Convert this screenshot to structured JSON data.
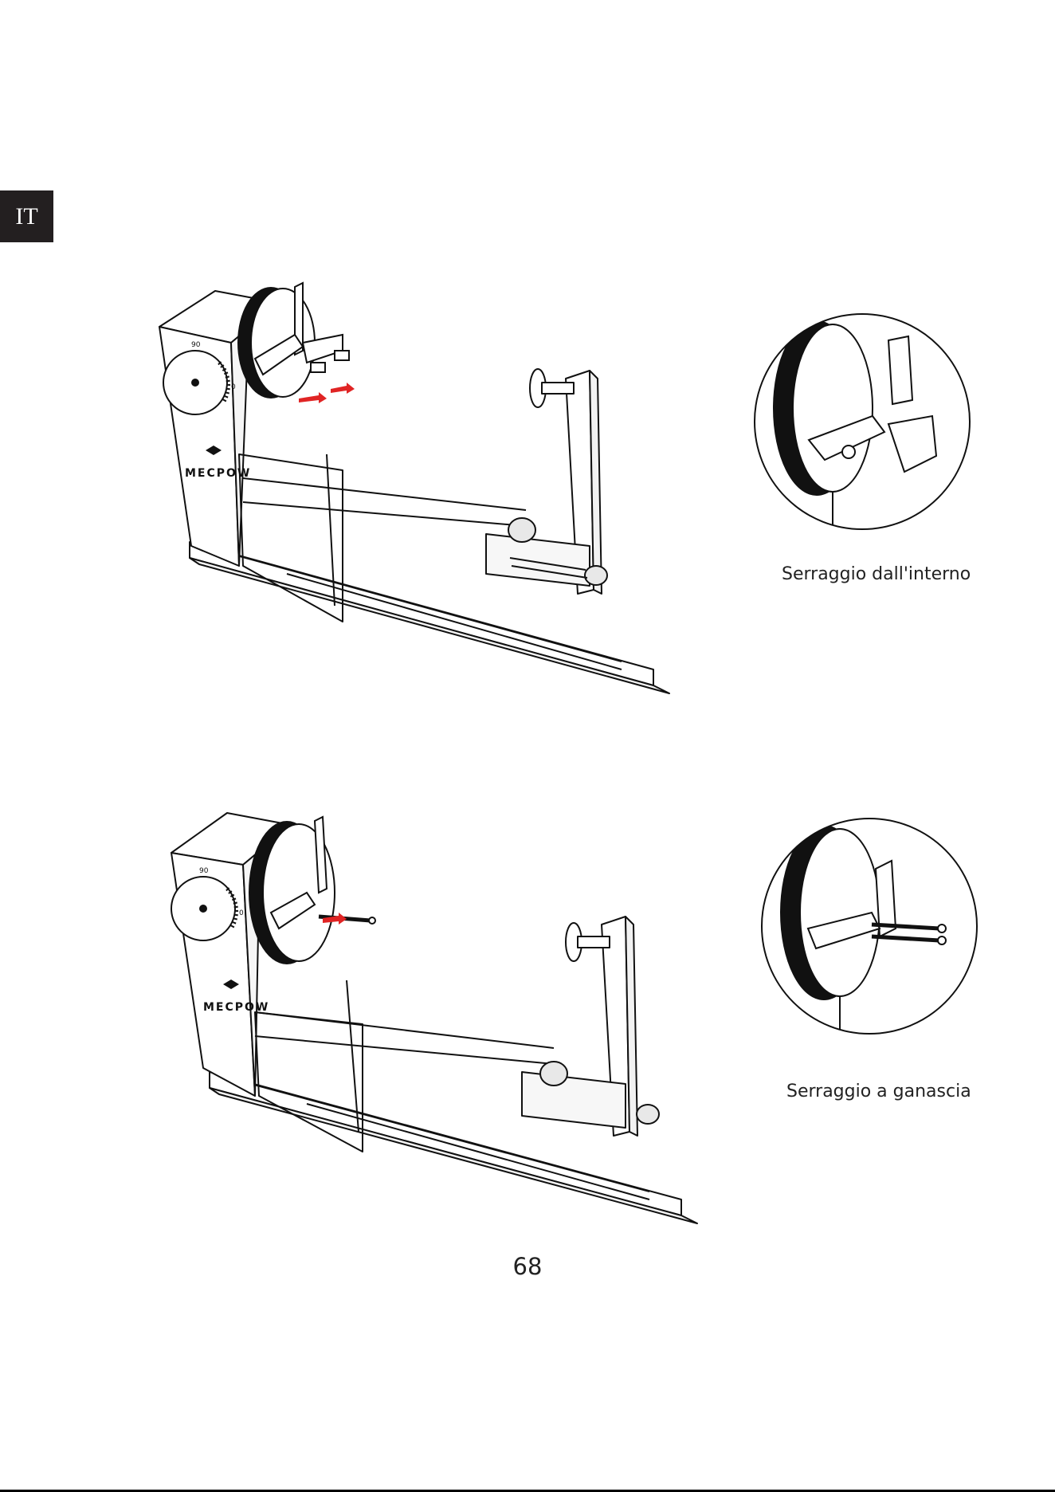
{
  "language_tab": "IT",
  "brand": "MECPOW",
  "dial_marks": {
    "top": "90",
    "right": "0"
  },
  "figures": [
    {
      "caption": "Serraggio dall'interno"
    },
    {
      "caption": "Serraggio a ganascia"
    }
  ],
  "page_number": "68",
  "colors": {
    "arrow": "#e02424",
    "chuck": "#111111",
    "lang_tab_bg": "#231f20",
    "line": "#111111"
  }
}
